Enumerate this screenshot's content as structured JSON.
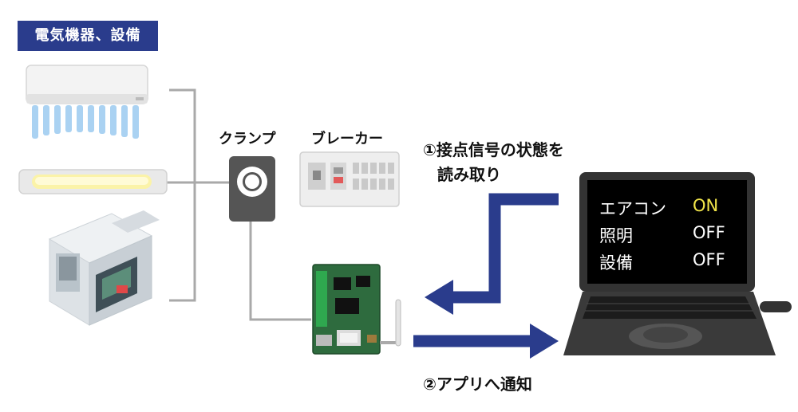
{
  "header": {
    "title": "電気機器、設備"
  },
  "labels": {
    "clamp": "クランプ",
    "breaker": "ブレーカー"
  },
  "notes": {
    "step1_line1": "①接点信号の状態を",
    "step1_line2": "読み取り",
    "step2": "②アプリへ通知"
  },
  "laptop_screen": {
    "rows": [
      {
        "name": "エアコン",
        "status": "ON"
      },
      {
        "name": "照明",
        "status": "OFF"
      },
      {
        "name": "設備",
        "status": "OFF"
      }
    ]
  },
  "colors": {
    "header_bg": "#2a3c8c",
    "arrow": "#2a3c8c",
    "line": "#a9a9a9",
    "on": "#f2e64a",
    "off": "#ffffff"
  },
  "icons": [
    "air-conditioner-icon",
    "ceiling-light-icon",
    "machine-tool-icon",
    "clamp-sensor-icon",
    "breaker-panel-icon",
    "circuit-board-icon",
    "laptop-icon"
  ]
}
